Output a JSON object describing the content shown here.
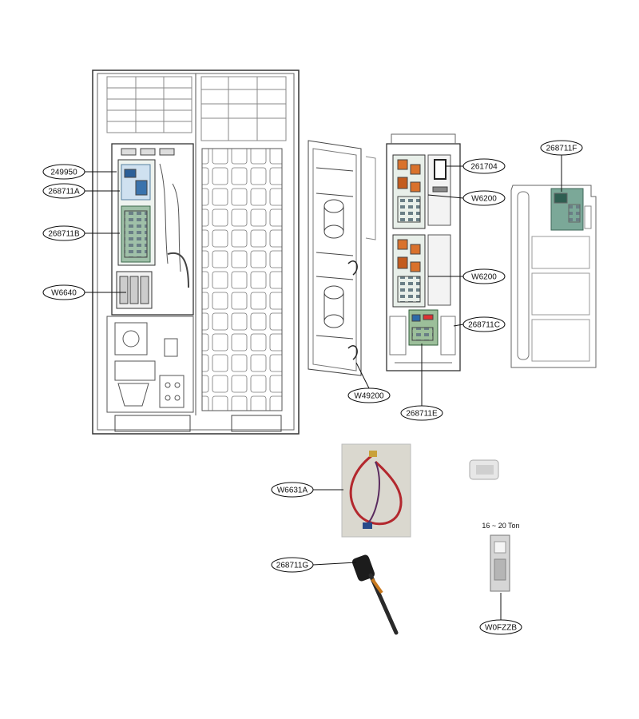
{
  "callouts": {
    "c249950": "249950",
    "c268711a": "268711A",
    "c268711b": "268711B",
    "w6640": "W6640",
    "w49200": "W49200",
    "c261704": "261704",
    "w6200_top": "W6200",
    "w6200_bottom": "W6200",
    "c268711c": "268711C",
    "c268711e": "268711E",
    "c268711f": "268711F",
    "w6631a": "W6631A",
    "c268711g": "268711G",
    "w0fzzb": "W0FZZB"
  },
  "captions": {
    "tonnage": "16 ~ 20 Ton"
  }
}
